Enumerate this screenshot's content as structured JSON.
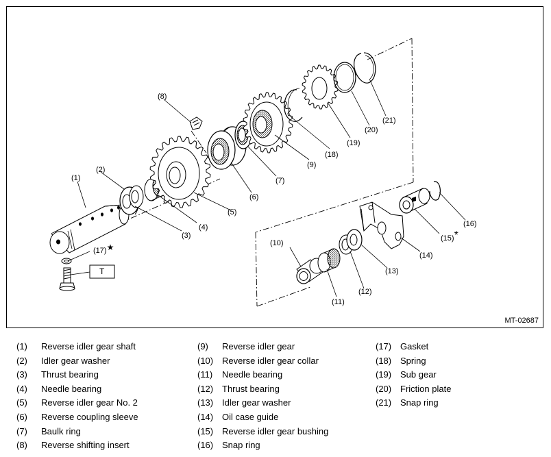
{
  "diagram": {
    "reference_code": "MT-02687",
    "callouts": {
      "c1": "(1)",
      "c2": "(2)",
      "c3": "(3)",
      "c4": "(4)",
      "c5": "(5)",
      "c6": "(6)",
      "c7": "(7)",
      "c8": "(8)",
      "c9": "(9)",
      "c10": "(10)",
      "c11": "(11)",
      "c12": "(12)",
      "c13": "(13)",
      "c14": "(14)",
      "c15": "(15)",
      "c16": "(16)",
      "c17": "(17)",
      "c18": "(18)",
      "c19": "(19)",
      "c20": "(20)",
      "c21": "(21)"
    },
    "torque_label": "T",
    "star_symbol": "★",
    "asterisk_symbol": "*"
  },
  "legend": {
    "col1": [
      {
        "num": "(1)",
        "label": "Reverse idler gear shaft"
      },
      {
        "num": "(2)",
        "label": "Idler gear washer"
      },
      {
        "num": "(3)",
        "label": "Thrust bearing"
      },
      {
        "num": "(4)",
        "label": "Needle bearing"
      },
      {
        "num": "(5)",
        "label": "Reverse idler gear No. 2"
      },
      {
        "num": "(6)",
        "label": "Reverse coupling sleeve"
      },
      {
        "num": "(7)",
        "label": "Baulk ring"
      },
      {
        "num": "(8)",
        "label": "Reverse shifting insert"
      }
    ],
    "col2": [
      {
        "num": "(9)",
        "label": "Reverse idler gear"
      },
      {
        "num": "(10)",
        "label": "Reverse idler gear collar"
      },
      {
        "num": "(11)",
        "label": "Needle bearing"
      },
      {
        "num": "(12)",
        "label": "Thrust bearing"
      },
      {
        "num": "(13)",
        "label": "Idler gear washer"
      },
      {
        "num": "(14)",
        "label": "Oil case guide"
      },
      {
        "num": "(15)",
        "label": "Reverse idler gear bushing"
      },
      {
        "num": "(16)",
        "label": "Snap ring"
      }
    ],
    "col3": [
      {
        "num": "(17)",
        "label": "Gasket"
      },
      {
        "num": "(18)",
        "label": "Spring"
      },
      {
        "num": "(19)",
        "label": "Sub gear"
      },
      {
        "num": "(20)",
        "label": "Friction plate"
      },
      {
        "num": "(21)",
        "label": "Snap ring"
      }
    ]
  }
}
